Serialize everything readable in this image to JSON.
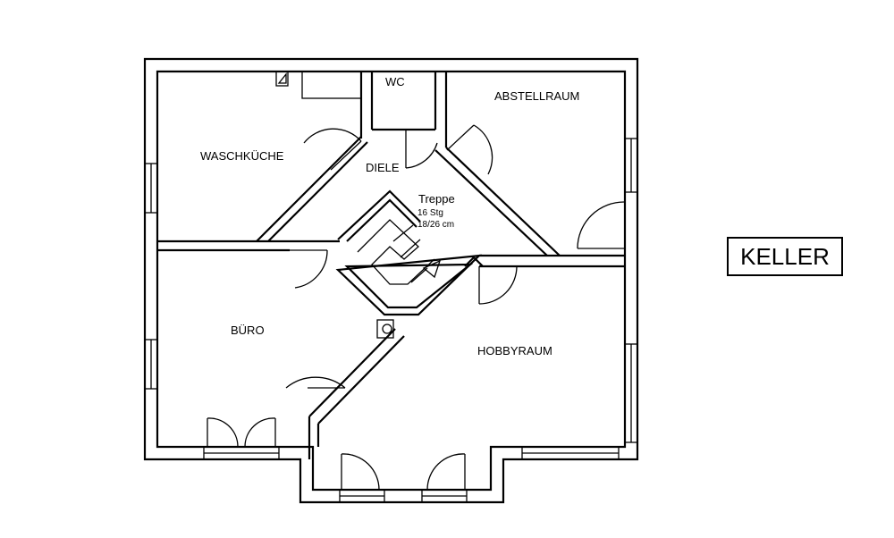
{
  "floor_title": "KELLER",
  "rooms": {
    "wc": "WC",
    "abstellraum": "ABSTELLRAUM",
    "waschkueche": "WASCHKÜCHE",
    "diele": "DIELE",
    "buero": "BÜRO",
    "hobbyraum": "HOBBYRAUM"
  },
  "stairs": {
    "label": "Treppe",
    "steps": "16 Stg",
    "dimension": "18/26 cm"
  }
}
